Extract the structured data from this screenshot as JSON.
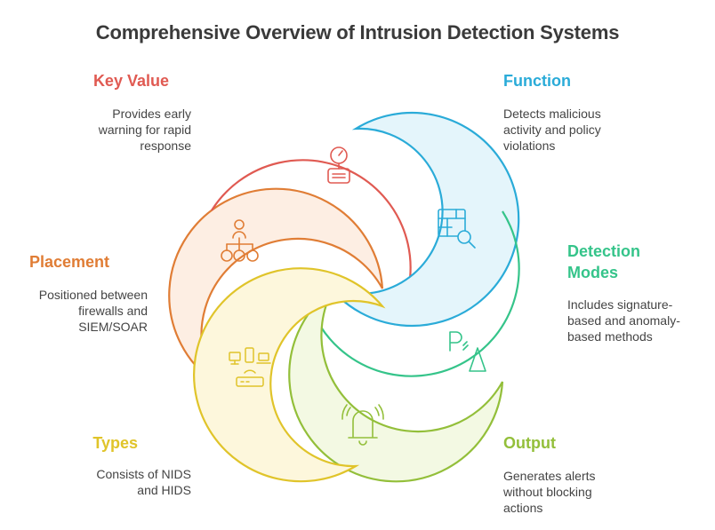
{
  "title": "Comprehensive Overview of Intrusion Detection Systems",
  "colors": {
    "key_value": "#e05a52",
    "function": "#2aabd8",
    "detection": "#35c48a",
    "output": "#93bf3a",
    "types": "#e0c42a",
    "placement": "#e07d35"
  },
  "sections": {
    "key_value": {
      "title": "Key Value",
      "desc": [
        "Provides early",
        "warning for rapid",
        "response"
      ],
      "icon": "gauge-operator-icon"
    },
    "function": {
      "title": "Function",
      "desc": [
        "Detects malicious",
        "activity and policy",
        "violations"
      ],
      "icon": "table-search-icon"
    },
    "detection": {
      "title": [
        "Detection",
        "Modes"
      ],
      "desc": [
        "Includes signature-",
        "based and anomaly-",
        "based methods"
      ],
      "icon": "signal-pattern-icon"
    },
    "output": {
      "title": "Output",
      "desc": [
        "Generates alerts",
        "without blocking",
        "actions"
      ],
      "icon": "alarm-bell-icon"
    },
    "types": {
      "title": "Types",
      "desc": [
        "Consists of NIDS",
        "and HIDS"
      ],
      "icon": "network-devices-icon"
    },
    "placement": {
      "title": "Placement",
      "desc": [
        "Positioned between",
        "firewalls and",
        "SIEM/SOAR"
      ],
      "icon": "hierarchy-icon"
    }
  }
}
